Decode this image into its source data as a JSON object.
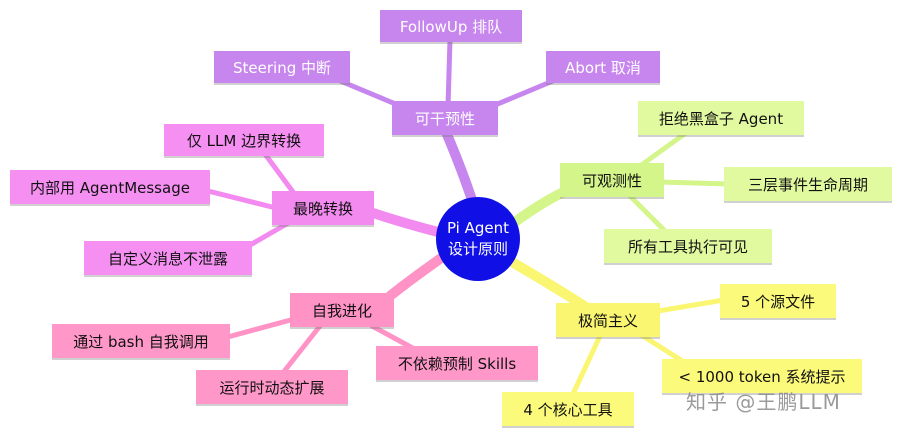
{
  "center": {
    "line1": "Pi Agent",
    "line2": "设计原则"
  },
  "branches": {
    "intervention": {
      "label": "可干预性",
      "children": [
        "FollowUp 排队",
        "Steering 中断",
        "Abort 取消"
      ]
    },
    "observability": {
      "label": "可观测性",
      "children": [
        "拒绝黑盒子 Agent",
        "三层事件生命周期",
        "所有工具执行可见"
      ]
    },
    "minimalism": {
      "label": "极简主义",
      "children": [
        "5 个源文件",
        "< 1000 token 系统提示",
        "4 个核心工具"
      ]
    },
    "self_evolution": {
      "label": "自我进化",
      "children": [
        "通过 bash 自我调用",
        "运行时动态扩展",
        "不依赖预制 Skills"
      ]
    },
    "late_conversion": {
      "label": "最晚转换",
      "children": [
        "仅 LLM 边界转换",
        "内部用 AgentMessage",
        "自定义消息不泄露"
      ]
    }
  },
  "colors": {
    "center": "#1010e6",
    "intervention": "#c686ee",
    "observability": "#d4f58a",
    "minimalism": "#fbf672",
    "self_evolution": "#ff93c6",
    "late_conversion": "#f38af0"
  },
  "watermark": "知乎 @王鹏LLM"
}
